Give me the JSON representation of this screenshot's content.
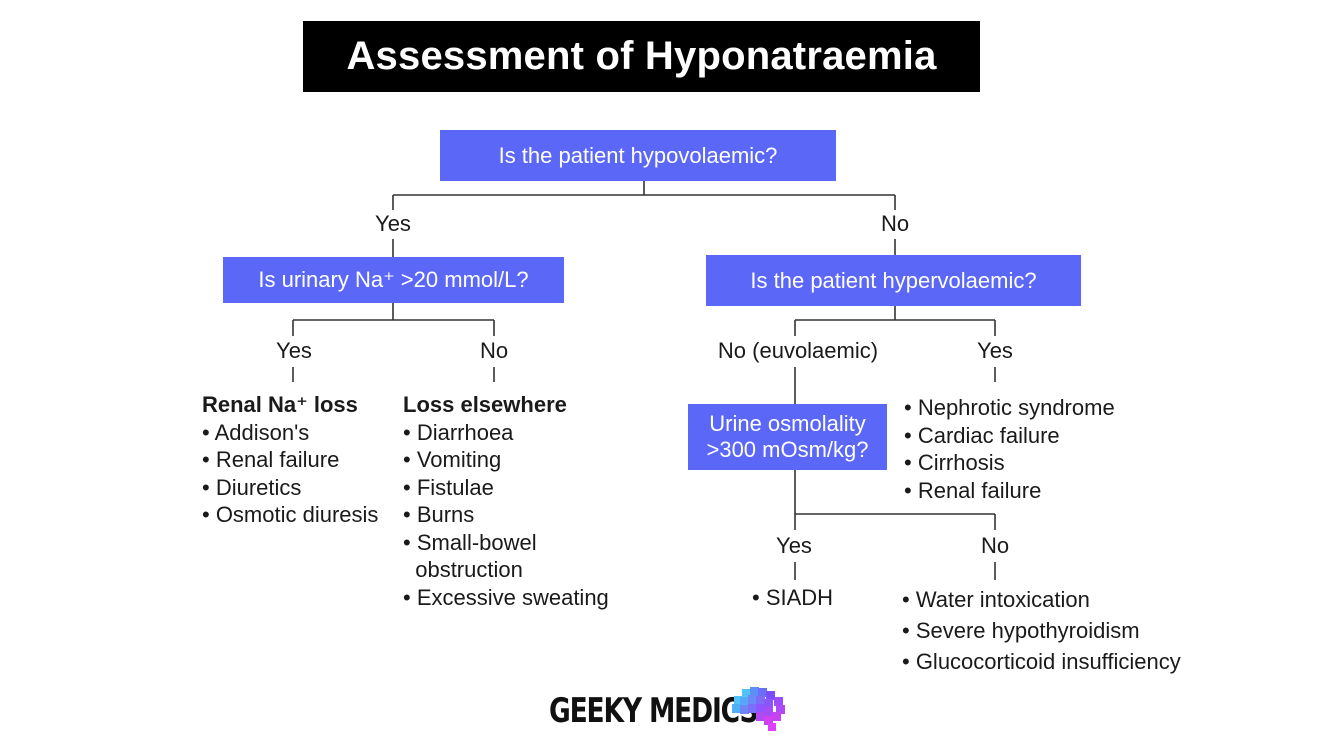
{
  "title": "Assessment of Hyponatraemia",
  "q_hypovolaemic": "Is the patient hypovolaemic?",
  "q_urinary_na": "Is urinary Na⁺ >20 mmol/L?",
  "q_hypervolaemic": "Is the patient hypervolaemic?",
  "q_osmolality": [
    "Urine osmolality",
    ">300 mOsm/kg?"
  ],
  "labels": {
    "root_yes": "Yes",
    "root_no": "No",
    "na_yes": "Yes",
    "na_no": "No",
    "hyper_no": "No (euvolaemic)",
    "hyper_yes": "Yes",
    "osm_yes": "Yes",
    "osm_no": "No"
  },
  "renal_loss": {
    "heading": "Renal Na⁺ loss",
    "items": [
      "• Addison's",
      "• Renal failure",
      "• Diuretics",
      "• Osmotic diuresis"
    ]
  },
  "loss_elsewhere": {
    "heading": "Loss elsewhere",
    "items": [
      "• Diarrhoea",
      "• Vomiting",
      "• Fistulae",
      "• Burns",
      "• Small-bowel",
      "  obstruction",
      "• Excessive sweating"
    ]
  },
  "hypervolaemic_causes": [
    "• Nephrotic syndrome",
    "• Cardiac failure",
    "• Cirrhosis",
    "• Renal failure"
  ],
  "siadh": "• SIADH",
  "osm_no_causes": [
    "• Water intoxication",
    "• Severe hypothyroidism",
    "• Glucocorticoid insufficiency"
  ],
  "logo": {
    "text": "GEEKY MEDICS",
    "colors": [
      "#4fc3f7",
      "#7c4dff",
      "#e040fb"
    ]
  },
  "colors": {
    "box": "#5b67f6",
    "title_bg": "#000000",
    "line": "#333333"
  }
}
